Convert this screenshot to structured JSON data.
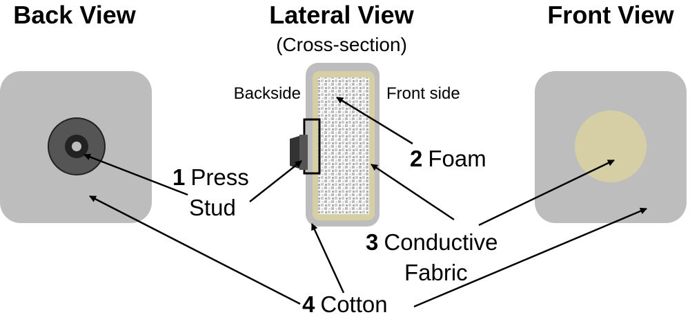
{
  "titles": {
    "back": "Back View",
    "lateral": "Lateral View",
    "lateral_sub": "(Cross-section)",
    "front": "Front View"
  },
  "sides": {
    "backside": "Backside",
    "frontside": "Front side"
  },
  "parts": {
    "p1": {
      "num": "1",
      "line1": "Press",
      "line2": "Stud"
    },
    "p2": {
      "num": "2",
      "label": "Foam"
    },
    "p3": {
      "num": "3",
      "line1": "Conductive",
      "line2": "Fabric"
    },
    "p4": {
      "num": "4",
      "label": "Cotton"
    }
  },
  "colors": {
    "cotton": "#bdbdbd",
    "fabric": "#d6cfa5",
    "stud_outer": "#555555",
    "stud_dark": "#222222",
    "arrow": "#000000"
  }
}
